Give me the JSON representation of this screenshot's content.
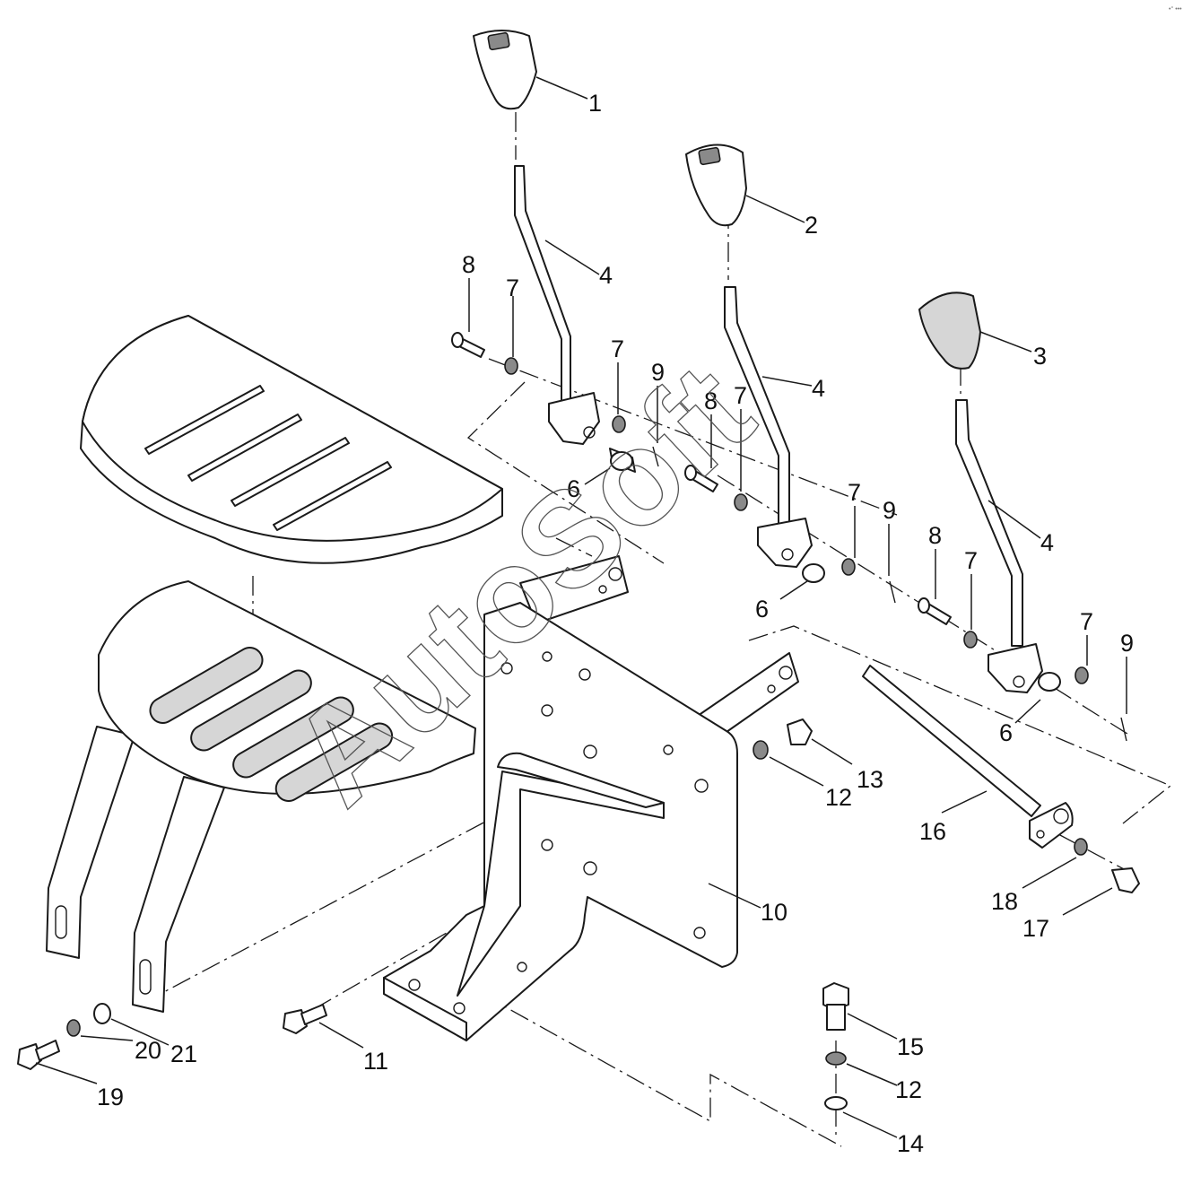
{
  "diagram": {
    "watermark": "AutoSoft",
    "corner_mark": "•° •••",
    "callouts": [
      "1",
      "2",
      "3",
      "4",
      "4",
      "4",
      "6",
      "6",
      "6",
      "7",
      "7",
      "7",
      "7",
      "7",
      "7",
      "8",
      "8",
      "8",
      "9",
      "9",
      "9",
      "10",
      "11",
      "12",
      "12",
      "13",
      "14",
      "15",
      "16",
      "17",
      "18",
      "19",
      "20",
      "21"
    ],
    "colors": {
      "line": "#1a1a1a",
      "knob_fill": "#d6d6d6",
      "paper": "#ffffff"
    }
  }
}
